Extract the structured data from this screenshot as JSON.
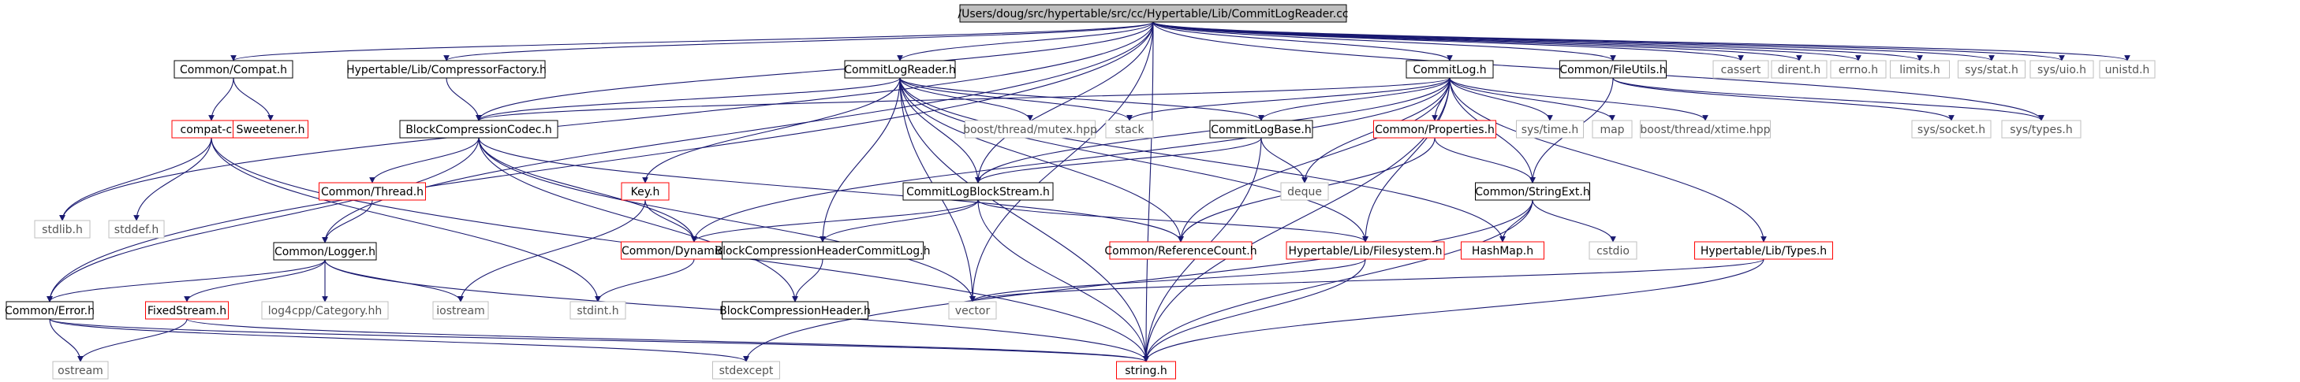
{
  "colors": {
    "edge": "#191970",
    "root_fill": "#bfbfbf",
    "local_border": "#000000",
    "incomplete_border": "#ff0000",
    "system_border": "#bfbfbf",
    "system_text": "#555555"
  },
  "nodes": [
    {
      "id": "root",
      "label": "/Users/doug/src/hypertable/src/cc/Hypertable/Lib/CommitLogReader.cc",
      "kind": "root"
    },
    {
      "id": "compat_h",
      "label": "Common/Compat.h",
      "kind": "local"
    },
    {
      "id": "compressor_factory",
      "label": "Hypertable/Lib/CompressorFactory.h",
      "kind": "local"
    },
    {
      "id": "commitlogreader_h",
      "label": "CommitLogReader.h",
      "kind": "local"
    },
    {
      "id": "commitlog_h",
      "label": "CommitLog.h",
      "kind": "local"
    },
    {
      "id": "fileutils_h",
      "label": "Common/FileUtils.h",
      "kind": "local"
    },
    {
      "id": "cassert",
      "label": "cassert",
      "kind": "system"
    },
    {
      "id": "dirent",
      "label": "dirent.h",
      "kind": "system"
    },
    {
      "id": "errno",
      "label": "errno.h",
      "kind": "system"
    },
    {
      "id": "limits",
      "label": "limits.h",
      "kind": "system"
    },
    {
      "id": "sys_stat",
      "label": "sys/stat.h",
      "kind": "system"
    },
    {
      "id": "sys_uio",
      "label": "sys/uio.h",
      "kind": "system"
    },
    {
      "id": "unistd",
      "label": "unistd.h",
      "kind": "system"
    },
    {
      "id": "compat_c",
      "label": "compat-c.h",
      "kind": "red"
    },
    {
      "id": "sweetener",
      "label": "Sweetener.h",
      "kind": "red"
    },
    {
      "id": "blockcodec",
      "label": "BlockCompressionCodec.h",
      "kind": "local"
    },
    {
      "id": "mutex_hpp",
      "label": "boost/thread/mutex.hpp",
      "kind": "system"
    },
    {
      "id": "stack",
      "label": "stack",
      "kind": "system"
    },
    {
      "id": "commitlogbase",
      "label": "CommitLogBase.h",
      "kind": "local"
    },
    {
      "id": "properties",
      "label": "Common/Properties.h",
      "kind": "red"
    },
    {
      "id": "sys_time",
      "label": "sys/time.h",
      "kind": "system"
    },
    {
      "id": "map",
      "label": "map",
      "kind": "system"
    },
    {
      "id": "xtime",
      "label": "boost/thread/xtime.hpp",
      "kind": "system"
    },
    {
      "id": "sys_socket",
      "label": "sys/socket.h",
      "kind": "system"
    },
    {
      "id": "sys_types",
      "label": "sys/types.h",
      "kind": "system"
    },
    {
      "id": "stdlib",
      "label": "stdlib.h",
      "kind": "system"
    },
    {
      "id": "stddef",
      "label": "stddef.h",
      "kind": "system"
    },
    {
      "id": "thread_h",
      "label": "Common/Thread.h",
      "kind": "red"
    },
    {
      "id": "key_h",
      "label": "Key.h",
      "kind": "red"
    },
    {
      "id": "cl_blockstream",
      "label": "CommitLogBlockStream.h",
      "kind": "local"
    },
    {
      "id": "deque",
      "label": "deque",
      "kind": "system"
    },
    {
      "id": "stringext",
      "label": "Common/StringExt.h",
      "kind": "local"
    },
    {
      "id": "logger_h",
      "label": "Common/Logger.h",
      "kind": "local"
    },
    {
      "id": "dynbuffer",
      "label": "Common/DynamicBuffer.h",
      "kind": "red"
    },
    {
      "id": "bchcl",
      "label": "BlockCompressionHeaderCommitLog.h",
      "kind": "local"
    },
    {
      "id": "refcount",
      "label": "Common/ReferenceCount.h",
      "kind": "red"
    },
    {
      "id": "filesystem",
      "label": "Hypertable/Lib/Filesystem.h",
      "kind": "red"
    },
    {
      "id": "hashmap",
      "label": "HashMap.h",
      "kind": "red"
    },
    {
      "id": "cstdio",
      "label": "cstdio",
      "kind": "system"
    },
    {
      "id": "types_h",
      "label": "Hypertable/Lib/Types.h",
      "kind": "red"
    },
    {
      "id": "error_h",
      "label": "Common/Error.h",
      "kind": "local"
    },
    {
      "id": "fixedstream",
      "label": "FixedStream.h",
      "kind": "red"
    },
    {
      "id": "log4cpp",
      "label": "log4cpp/Category.hh",
      "kind": "system"
    },
    {
      "id": "iostream",
      "label": "iostream",
      "kind": "system"
    },
    {
      "id": "stdint",
      "label": "stdint.h",
      "kind": "system"
    },
    {
      "id": "bch",
      "label": "BlockCompressionHeader.h",
      "kind": "local"
    },
    {
      "id": "vector",
      "label": "vector",
      "kind": "system"
    },
    {
      "id": "ostream",
      "label": "ostream",
      "kind": "system"
    },
    {
      "id": "stdexcept",
      "label": "stdexcept",
      "kind": "system"
    },
    {
      "id": "string_h",
      "label": "string.h",
      "kind": "red"
    }
  ],
  "edges": [
    [
      "root",
      "compat_h"
    ],
    [
      "root",
      "compressor_factory"
    ],
    [
      "root",
      "commitlogreader_h"
    ],
    [
      "root",
      "commitlog_h"
    ],
    [
      "root",
      "fileutils_h"
    ],
    [
      "root",
      "cassert"
    ],
    [
      "root",
      "dirent"
    ],
    [
      "root",
      "errno"
    ],
    [
      "root",
      "limits"
    ],
    [
      "root",
      "sys_stat"
    ],
    [
      "root",
      "sys_uio"
    ],
    [
      "root",
      "unistd"
    ],
    [
      "root",
      "stdlib"
    ],
    [
      "root",
      "blockcodec"
    ],
    [
      "root",
      "cl_blockstream"
    ],
    [
      "root",
      "logger_h"
    ],
    [
      "root",
      "error_h"
    ],
    [
      "root",
      "vector"
    ],
    [
      "root",
      "string_h"
    ],
    [
      "root",
      "sys_types"
    ],
    [
      "compat_h",
      "compat_c"
    ],
    [
      "compat_h",
      "sweetener"
    ],
    [
      "compat_c",
      "stdlib"
    ],
    [
      "compat_c",
      "stddef"
    ],
    [
      "compat_c",
      "stdint"
    ],
    [
      "compat_c",
      "string_h"
    ],
    [
      "compressor_factory",
      "blockcodec"
    ],
    [
      "commitlogreader_h",
      "blockcodec"
    ],
    [
      "commitlogreader_h",
      "mutex_hpp"
    ],
    [
      "commitlogreader_h",
      "stack"
    ],
    [
      "commitlogreader_h",
      "commitlogbase"
    ],
    [
      "commitlogreader_h",
      "key_h"
    ],
    [
      "commitlogreader_h",
      "cl_blockstream"
    ],
    [
      "commitlogreader_h",
      "bchcl"
    ],
    [
      "commitlogreader_h",
      "refcount"
    ],
    [
      "commitlogreader_h",
      "filesystem"
    ],
    [
      "commitlogreader_h",
      "hashmap"
    ],
    [
      "commitlogreader_h",
      "vector"
    ],
    [
      "commitlogreader_h",
      "string_h"
    ],
    [
      "commitlog_h",
      "blockcodec"
    ],
    [
      "commitlog_h",
      "stack"
    ],
    [
      "commitlog_h",
      "commitlogbase"
    ],
    [
      "commitlog_h",
      "properties"
    ],
    [
      "commitlog_h",
      "sys_time"
    ],
    [
      "commitlog_h",
      "map"
    ],
    [
      "commitlog_h",
      "xtime"
    ],
    [
      "commitlog_h",
      "deque"
    ],
    [
      "commitlog_h",
      "cl_blockstream"
    ],
    [
      "commitlog_h",
      "dynbuffer"
    ],
    [
      "commitlog_h",
      "refcount"
    ],
    [
      "commitlog_h",
      "filesystem"
    ],
    [
      "commitlog_h",
      "types_h"
    ],
    [
      "commitlog_h",
      "stringext"
    ],
    [
      "commitlog_h",
      "string_h"
    ],
    [
      "fileutils_h",
      "sys_socket"
    ],
    [
      "fileutils_h",
      "sys_types"
    ],
    [
      "fileutils_h",
      "stringext"
    ],
    [
      "blockcodec",
      "thread_h"
    ],
    [
      "blockcodec",
      "error_h"
    ],
    [
      "blockcodec",
      "dynbuffer"
    ],
    [
      "blockcodec",
      "refcount"
    ],
    [
      "blockcodec",
      "bch"
    ],
    [
      "blockcodec",
      "vector"
    ],
    [
      "thread_h",
      "logger_h"
    ],
    [
      "key_h",
      "dynbuffer"
    ],
    [
      "key_h",
      "iostream"
    ],
    [
      "commitlogbase",
      "cl_blockstream"
    ],
    [
      "commitlogbase",
      "deque"
    ],
    [
      "commitlogbase",
      "string_h"
    ],
    [
      "properties",
      "refcount"
    ],
    [
      "properties",
      "stringext"
    ],
    [
      "stringext",
      "hashmap"
    ],
    [
      "stringext",
      "cstdio"
    ],
    [
      "stringext",
      "string_h"
    ],
    [
      "stringext",
      "stdexcept"
    ],
    [
      "cl_blockstream",
      "dynbuffer"
    ],
    [
      "cl_blockstream",
      "bchcl"
    ],
    [
      "cl_blockstream",
      "filesystem"
    ],
    [
      "cl_blockstream",
      "string_h"
    ],
    [
      "dynbuffer",
      "stdint"
    ],
    [
      "bchcl",
      "bch"
    ],
    [
      "filesystem",
      "vector"
    ],
    [
      "filesystem",
      "string_h"
    ],
    [
      "types_h",
      "vector"
    ],
    [
      "types_h",
      "string_h"
    ],
    [
      "logger_h",
      "error_h"
    ],
    [
      "logger_h",
      "fixedstream"
    ],
    [
      "logger_h",
      "log4cpp"
    ],
    [
      "logger_h",
      "iostream"
    ],
    [
      "logger_h",
      "string_h"
    ],
    [
      "error_h",
      "ostream"
    ],
    [
      "error_h",
      "stdexcept"
    ],
    [
      "error_h",
      "string_h"
    ],
    [
      "fixedstream",
      "ostream"
    ],
    [
      "fixedstream",
      "string_h"
    ]
  ]
}
